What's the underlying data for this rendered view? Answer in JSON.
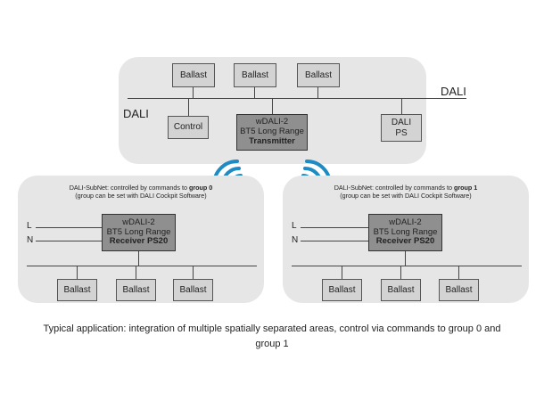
{
  "top": {
    "dali_right": "DALI",
    "dali_left": "DALI",
    "ballasts": [
      "Ballast",
      "Ballast",
      "Ballast"
    ],
    "control": "Control",
    "ps_line1": "DALI",
    "ps_line2": "PS",
    "transmitter": {
      "line1": "wDALI-2",
      "line2": "BT5 Long Range",
      "line3": "Transmitter"
    }
  },
  "left": {
    "subnet_pre": "DALI-SubNet: controlled by commands to ",
    "subnet_group": "group 0",
    "subnet_line2": "(group can be set with DALI Cockpit Software)",
    "L": "L",
    "N": "N",
    "receiver": {
      "line1": "wDALI-2",
      "line2": "BT5 Long Range",
      "line3": "Receiver PS20"
    },
    "ballasts": [
      "Ballast",
      "Ballast",
      "Ballast"
    ]
  },
  "right": {
    "subnet_pre": "DALI-SubNet: controlled by commands to ",
    "subnet_group": "group 1",
    "subnet_line2": "(group can be set with DALI Cockpit Software)",
    "L": "L",
    "N": "N",
    "receiver": {
      "line1": "wDALI-2",
      "line2": "BT5 Long Range",
      "line3": "Receiver PS20"
    },
    "ballasts": [
      "Ballast",
      "Ballast",
      "Ballast"
    ]
  },
  "caption": {
    "line1": "Typical application: integration of multiple spatially separated areas, control via commands to group 0 and",
    "line2": "group 1"
  },
  "colors": {
    "panel": "#e6e6e6",
    "box": "#d3d3d3",
    "device": "#8f8f8f",
    "wireless": "#1e8bc3"
  }
}
